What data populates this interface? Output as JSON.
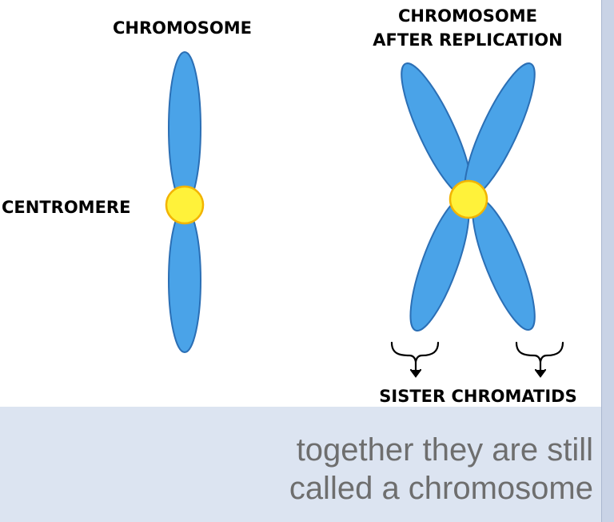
{
  "diagram": {
    "label_chromosome": "CHROMOSOME",
    "label_after_line1": "CHROMOSOME",
    "label_after_line2": "AFTER REPLICATION",
    "label_centromere": "CENTROMERE",
    "label_sister": "SISTER CHROMATIDS",
    "colors": {
      "chromatid_fill": "#4aa3e8",
      "chromatid_stroke": "#2b6fb5",
      "centromere_fill": "#fff23a",
      "centromere_stroke": "#f2b400"
    }
  },
  "caption": {
    "line1": "together they are still",
    "line2": "called a chromosome"
  }
}
